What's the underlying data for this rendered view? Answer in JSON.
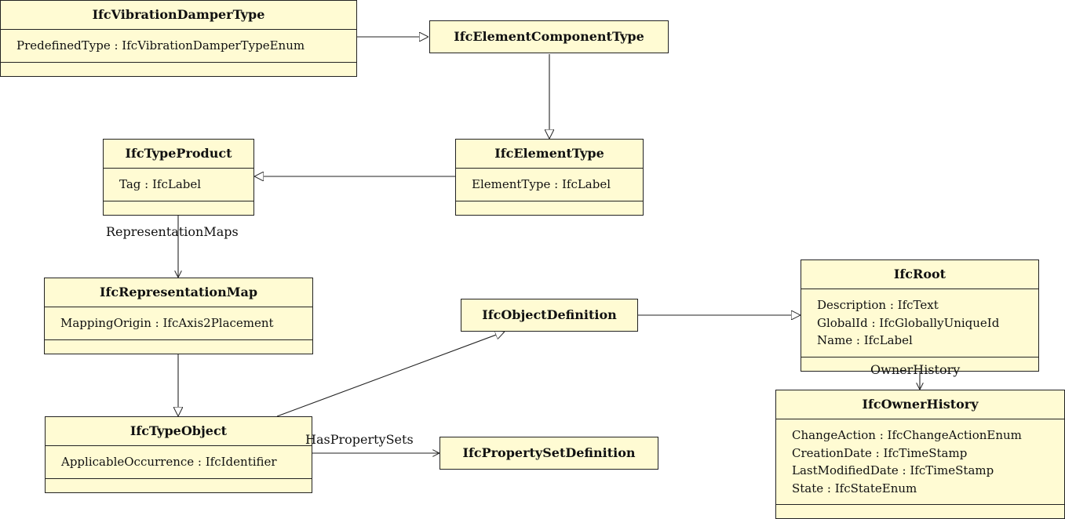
{
  "classes": {
    "vibration_damper_type": {
      "name": "IfcVibrationDamperType",
      "attributes": [
        "PredefinedType : IfcVibrationDamperTypeEnum"
      ]
    },
    "element_component_type": {
      "name": "IfcElementComponentType"
    },
    "type_product": {
      "name": "IfcTypeProduct",
      "attributes": [
        "Tag : IfcLabel"
      ]
    },
    "element_type": {
      "name": "IfcElementType",
      "attributes": [
        "ElementType : IfcLabel"
      ]
    },
    "representation_map": {
      "name": "IfcRepresentationMap",
      "attributes": [
        "MappingOrigin : IfcAxis2Placement"
      ]
    },
    "object_definition": {
      "name": "IfcObjectDefinition"
    },
    "root": {
      "name": "IfcRoot",
      "attributes": [
        "Description : IfcText",
        "GlobalId : IfcGloballyUniqueId",
        "Name : IfcLabel"
      ]
    },
    "type_object": {
      "name": "IfcTypeObject",
      "attributes": [
        "ApplicableOccurrence : IfcIdentifier"
      ]
    },
    "property_set_definition": {
      "name": "IfcPropertySetDefinition"
    },
    "owner_history": {
      "name": "IfcOwnerHistory",
      "attributes": [
        "ChangeAction : IfcChangeActionEnum",
        "CreationDate : IfcTimeStamp",
        "LastModifiedDate : IfcTimeStamp",
        "State : IfcStateEnum"
      ]
    }
  },
  "edge_labels": {
    "representation_maps": "RepresentationMaps",
    "has_property_sets": "HasPropertySets",
    "owner_history": "OwnerHistory"
  },
  "colors": {
    "class_fill": "#fffbd3",
    "stroke": "#222222",
    "background": "#ffffff"
  }
}
